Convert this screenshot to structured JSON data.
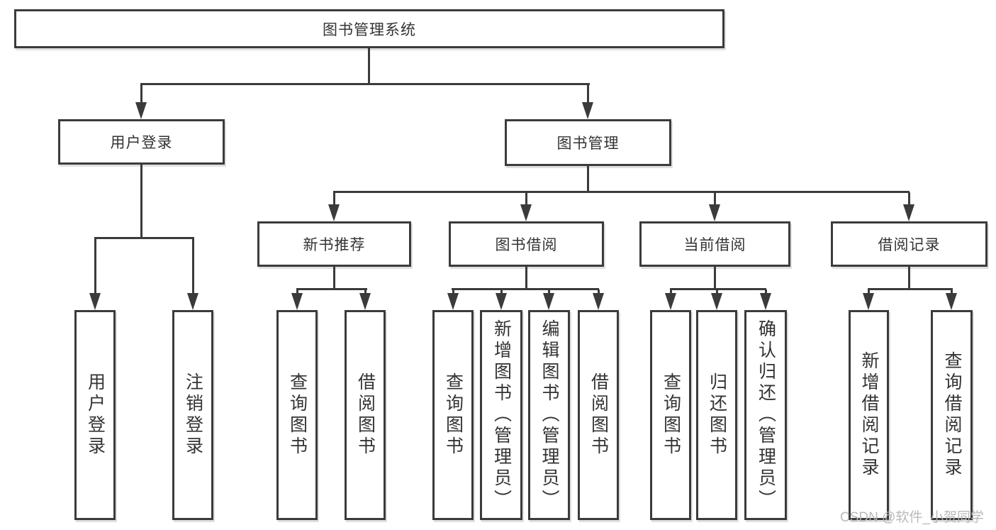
{
  "nodes": {
    "root": "图书管理系统",
    "level2": [
      "用户登录",
      "图书管理"
    ],
    "level3": [
      "新书推荐",
      "图书借阅",
      "当前借阅",
      "借阅记录"
    ],
    "user_login_children": [
      "用户登录",
      "注销登录"
    ],
    "new_book_children": [
      "查询图书",
      "借阅图书"
    ],
    "book_borrow_children": [
      "查询图书",
      "新增图书（管理员）",
      "编辑图书（管理员）",
      "借阅图书"
    ],
    "current_borrow_children": [
      "查询图书",
      "归还图书",
      "确认归还（管理员）"
    ],
    "borrow_record_children": [
      "新增借阅记录",
      "查询借阅记录"
    ]
  },
  "watermark": "CSDN @软件_小贺同学",
  "colors": {
    "line": "#3b3b3b",
    "text": "#333333",
    "background": "#ffffff",
    "watermark": "#b6b6b6"
  }
}
